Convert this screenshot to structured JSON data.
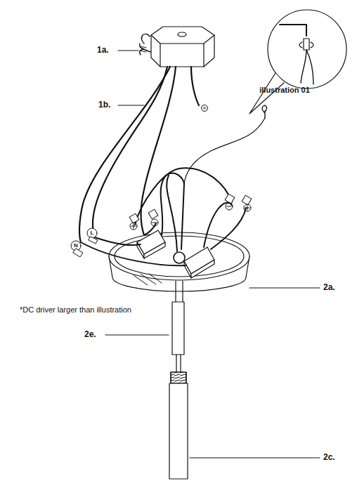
{
  "diagram": {
    "labels": [
      "1a.",
      "illustration 01",
      "1b.",
      "L",
      "N",
      "*DC driver larger than illustration",
      "2a.",
      "2e.",
      "2c."
    ]
  }
}
